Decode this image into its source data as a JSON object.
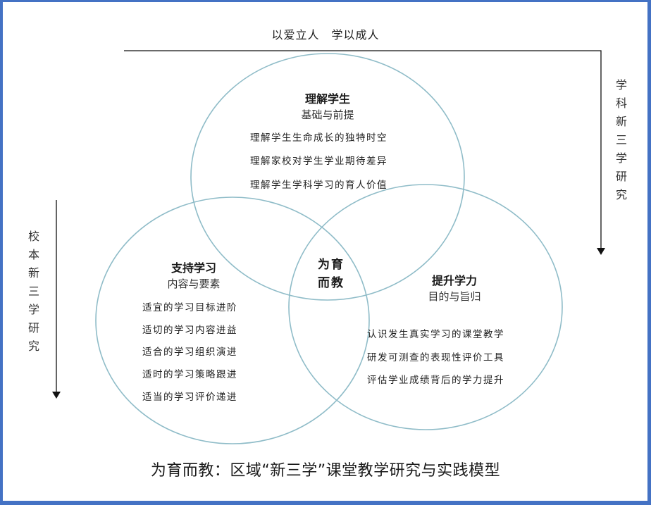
{
  "header": {
    "motto": "以爱立人　学以成人"
  },
  "axes": {
    "right": {
      "label": "学科新三学研究",
      "chars": [
        "学",
        "科",
        "新",
        "三",
        "学",
        "研",
        "究"
      ]
    },
    "left": {
      "label": "校本新三学研究",
      "chars": [
        "校",
        "本",
        "新",
        "三",
        "学",
        "研",
        "究"
      ]
    }
  },
  "circles": {
    "top": {
      "title": "理解学生",
      "subtitle": "基础与前提",
      "items": [
        "理解学生生命成长的独特时空",
        "理解家校对学生学业期待差异",
        "理解学生学科学习的育人价值"
      ]
    },
    "left": {
      "title": "支持学习",
      "subtitle": "内容与要素",
      "items": [
        "适宜的学习目标进阶",
        "适切的学习内容进益",
        "适合的学习组织演进",
        "适时的学习策略跟进",
        "适当的学习评价递进"
      ]
    },
    "right": {
      "title": "提升学力",
      "subtitle": "目的与旨归",
      "items": [
        "认识发生真实学习的课堂教学",
        "研发可测查的表现性评价工具",
        "评估学业成绩背后的学力提升"
      ]
    }
  },
  "center": {
    "line1": "为育",
    "line2": "而教"
  },
  "caption": "为育而教：区域“新三学”课堂教学研究与实践模型",
  "colors": {
    "border": "#4472c4",
    "circle_stroke": "#8fbcc8",
    "arrow": "#111111"
  }
}
